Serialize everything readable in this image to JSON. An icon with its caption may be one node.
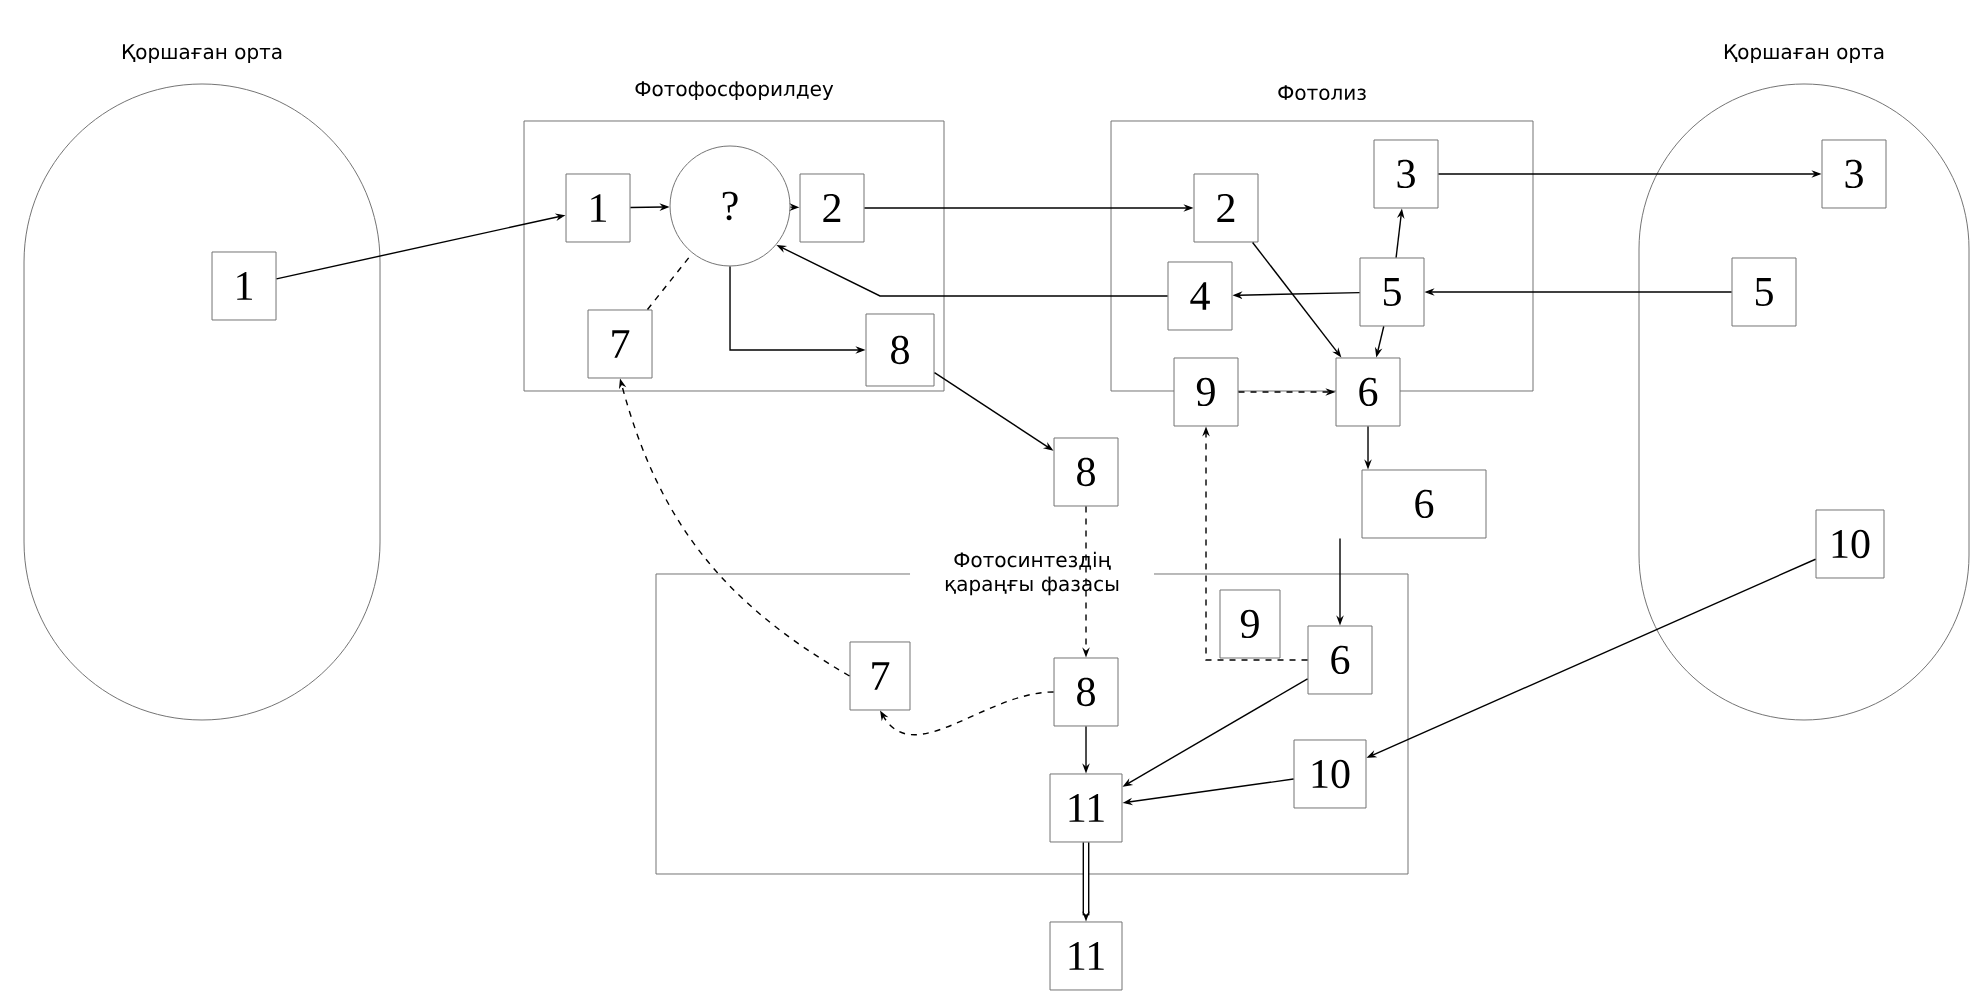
{
  "diagram": {
    "nodes": [
      {
        "text": [
          "Қоршаған орта"
        ]
      },
      {
        "text": [
          "Фотофосфорилдеу"
        ]
      },
      {
        "text": [
          "Фотолиз"
        ]
      },
      {
        "text": [
          "Қоршаған орта"
        ]
      },
      {
        "text": [
          "Фотосинтездің қараңғы фазасы"
        ]
      },
      {
        "text": [
          "1"
        ],
        "in": 0
      },
      {
        "text": [
          "1"
        ],
        "in": 1
      },
      {
        "text": [
          "?"
        ],
        "in": 1
      },
      {
        "text": [
          "2"
        ],
        "in": 1
      },
      {
        "text": [
          "7"
        ],
        "in": 1
      },
      {
        "text": [
          "8"
        ],
        "in": 1
      },
      {
        "text": [
          "2"
        ],
        "in": 2
      },
      {
        "text": [
          "3"
        ],
        "in": 2
      },
      {
        "text": [
          "4"
        ],
        "in": 2
      },
      {
        "text": [
          "5"
        ],
        "in": 2
      },
      {
        "text": [
          "9"
        ]
      },
      {
        "text": [
          "6"
        ]
      },
      {
        "text": [
          "8"
        ]
      },
      {
        "text": [
          "6"
        ]
      },
      {
        "text": [
          "3"
        ],
        "in": 3
      },
      {
        "text": [
          "5"
        ],
        "in": 3
      },
      {
        "text": [
          "10"
        ],
        "in": 3
      },
      {
        "text": [
          "9"
        ],
        "in": 4
      },
      {
        "text": [
          "6"
        ],
        "in": 4
      },
      {
        "text": [
          "7"
        ],
        "in": 4
      },
      {
        "text": [
          "8"
        ],
        "in": 4
      },
      {
        "text": [
          "11"
        ],
        "in": 4
      },
      {
        "text": [
          "10"
        ],
        "in": 4
      },
      {
        "text": [
          "11"
        ]
      }
    ],
    "edges": [
      {
        "from": 5,
        "to": 6,
        "arrow": "to"
      },
      {
        "from": 6,
        "to": 7,
        "arrow": "to"
      },
      {
        "from": 7,
        "to": 8,
        "arrow": "to"
      },
      {
        "from": 8,
        "to": 11,
        "arrow": "to"
      },
      {
        "from": 7,
        "to": 10,
        "arrow": "to"
      },
      {
        "from": 9,
        "to": 7,
        "arrow": "none",
        "style": "dashed"
      },
      {
        "from": 13,
        "to": 7,
        "arrow": "to"
      },
      {
        "from": 10,
        "to": 17,
        "arrow": "to"
      },
      {
        "from": 11,
        "to": 16,
        "arrow": "to"
      },
      {
        "from": 14,
        "to": 12,
        "arrow": "to"
      },
      {
        "from": 14,
        "to": 13,
        "arrow": "to"
      },
      {
        "from": 14,
        "to": 16,
        "arrow": "to"
      },
      {
        "from": 15,
        "to": 16,
        "arrow": "to",
        "style": "dashed"
      },
      {
        "from": 16,
        "to": 18,
        "arrow": "to"
      },
      {
        "from": 12,
        "to": 19,
        "arrow": "to"
      },
      {
        "from": 20,
        "to": 14,
        "arrow": "to"
      },
      {
        "from": 21,
        "to": 27,
        "arrow": "to"
      },
      {
        "from": 23,
        "to": 15,
        "arrow": "to",
        "style": "dashed"
      },
      {
        "from": 18,
        "to": 23,
        "arrow": "to"
      },
      {
        "from": 17,
        "to": 25,
        "arrow": "to",
        "style": "dashed"
      },
      {
        "from": 25,
        "to": 24,
        "arrow": "to",
        "style": "dashed"
      },
      {
        "from": 24,
        "to": 9,
        "arrow": "to",
        "style": "dashed"
      },
      {
        "from": 25,
        "to": 26,
        "arrow": "to"
      },
      {
        "from": 23,
        "to": 26,
        "arrow": "to"
      },
      {
        "from": 27,
        "to": 26,
        "arrow": "to"
      },
      {
        "from": 26,
        "to": 28,
        "arrow": "to",
        "style": "thick"
      }
    ]
  }
}
